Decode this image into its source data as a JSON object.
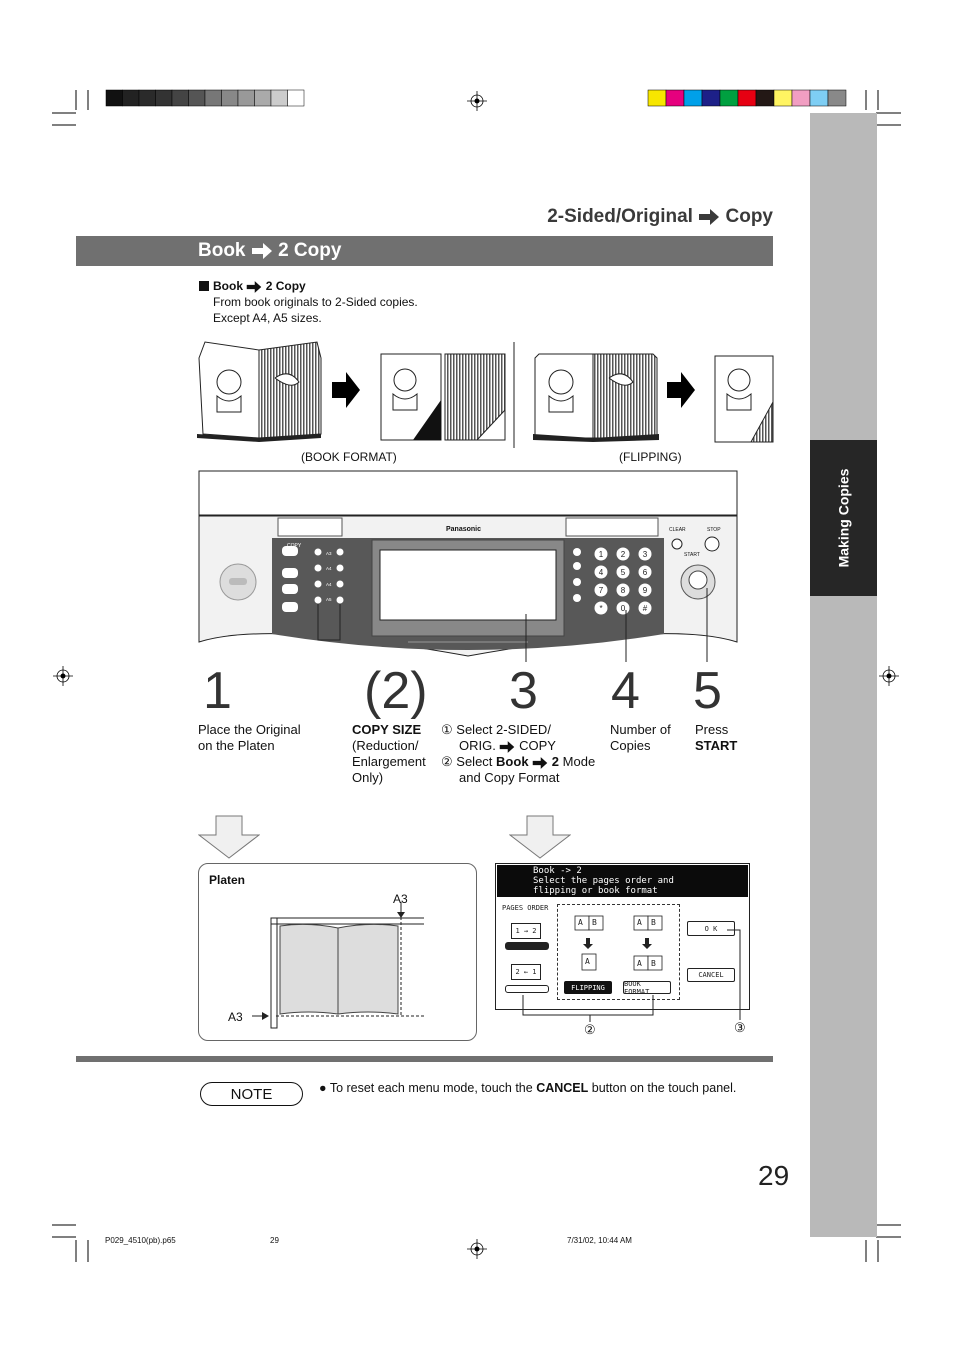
{
  "section": {
    "title_left": "2-Sided/Original",
    "title_right": "Copy"
  },
  "banner": {
    "left": "Book",
    "right": "2 Copy"
  },
  "intro": {
    "heading_left": "Book",
    "heading_right": "2 Copy",
    "line1": "From book originals to 2-Sided copies.",
    "line2": "Except A4, A5 sizes."
  },
  "illustrations": {
    "book_format_caption": "(BOOK FORMAT)",
    "flipping_caption": "(FLIPPING)"
  },
  "control_panel": {
    "brand": "Panasonic",
    "clear_label": "CLEAR",
    "stop_label": "STOP",
    "start_label": "START",
    "copy_label": "COPY",
    "size_labels": [
      "A3",
      "A4",
      "A4",
      "A5"
    ],
    "keypad": [
      "1",
      "2",
      "3",
      "4",
      "5",
      "6",
      "7",
      "8",
      "9",
      "*",
      "0",
      "#"
    ]
  },
  "steps": [
    {
      "num": "1",
      "line1": "Place the Original",
      "line2": "on the Platen"
    },
    {
      "num": "(2)",
      "line1": "COPY SIZE",
      "line2": "(Reduction/",
      "line3": "Enlargement",
      "line4": "Only)"
    },
    {
      "num": "3",
      "sub1_marker": "①",
      "sub1_line1": "Select 2-SIDED/",
      "sub1_line2_left": "ORIG.",
      "sub1_line2_right": "COPY",
      "sub2_marker": "②",
      "sub2_line1_a": "Select",
      "sub2_line1_b": "Book",
      "sub2_line1_c": "2",
      "sub2_line1_d": "Mode",
      "sub2_line2": "and Copy Format"
    },
    {
      "num": "4",
      "line1": "Number of",
      "line2": "Copies"
    },
    {
      "num": "5",
      "line1": "Press",
      "line2": "START"
    }
  ],
  "platen": {
    "title": "Platen",
    "size_top": "A3",
    "size_left": "A3"
  },
  "touch_screen": {
    "line1": "Book -> 2",
    "line2": "Select the pages order and",
    "line3": "flipping or book format",
    "pages_order": "PAGES ORDER",
    "order1": "1 → 2",
    "order2": "2 ← 1",
    "ok": "O K",
    "cancel": "CANCEL",
    "flipping": "FLIPPING",
    "book_format": "BOOK FORMAT",
    "letter_a": "A",
    "letter_b": "B",
    "callout2": "②",
    "callout3": "③"
  },
  "note": {
    "label": "NOTE",
    "text_a": "To reset each menu mode, touch the",
    "text_b": "CANCEL",
    "text_c": "button on the touch panel."
  },
  "side_tab": "Making Copies",
  "page_number": "29",
  "footer": {
    "file": "P029_4510(pb).p65",
    "page": "29",
    "date": "7/31/02, 10:44 AM"
  },
  "colors": {
    "banner": "#707070",
    "side_bar": "#b9b9b9",
    "side_tab": "#262626",
    "swatches": [
      "#f7e600",
      "#e6007e",
      "#00a0e9",
      "#1d2088",
      "#00a040",
      "#e60012",
      "#231815",
      "#fff462",
      "#f19ec2",
      "#7ecef4",
      "#898989"
    ],
    "greys": [
      "#111",
      "#222",
      "#2a2a2a",
      "#333",
      "#444",
      "#555",
      "#777",
      "#888",
      "#999",
      "#aaa",
      "#ccc",
      "#fff"
    ]
  }
}
